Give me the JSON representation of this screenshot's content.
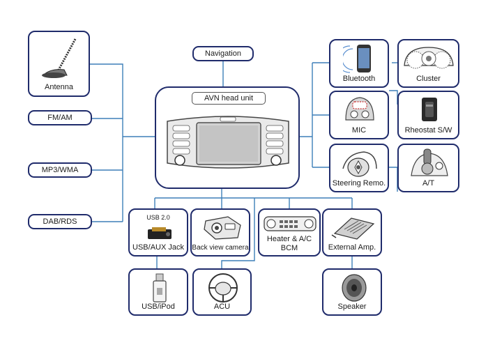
{
  "diagram": {
    "antenna": "Antenna",
    "fm_am": "FM/AM",
    "mp3_wma": "MP3/WMA",
    "dab_rds": "DAB/RDS",
    "navigation": "Navigation",
    "avn_head_unit": "AVN head unit",
    "bluetooth": "Bluetooth",
    "cluster": "Cluster",
    "mic": "MIC",
    "rheostat": "Rheostat S/W",
    "steering_remote": "Steering Remo.",
    "at": "A/T",
    "usb_version": "USB 2.0",
    "usb_aux_jack": "USB/AUX Jack",
    "back_view_camera": "Back view camera",
    "heater_ac_line1": "Heater & A/C",
    "heater_ac_line2": "BCM",
    "external_amp": "External Amp.",
    "usb_ipod": "USB/iPod",
    "acu": "ACU",
    "speaker": "Speaker"
  },
  "colors": {
    "box_border": "#1f2b6b",
    "connector_line": "#3d7fb8"
  }
}
